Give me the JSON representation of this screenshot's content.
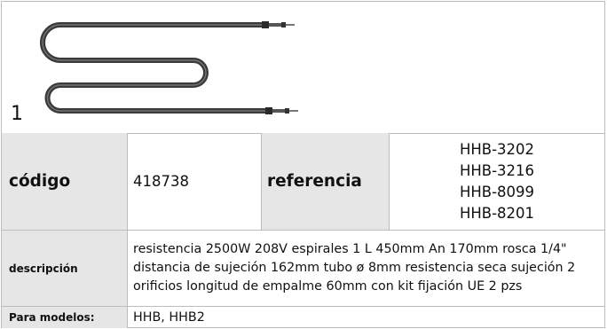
{
  "item_number": "1",
  "code_label": "código",
  "code_value": "418738",
  "reference_label": "referencia",
  "references": [
    "HHB-3202",
    "HHB-3216",
    "HHB-8099",
    "HHB-8201"
  ],
  "description_label": "descripción",
  "description_lines": [
    "resistencia  2500W 208V espirales 1 L 450mm An 170mm rosca 1/4\"",
    "distancia de sujeción 162mm tubo ø 8mm resistencia seca sujeción 2",
    "orificios longitud de empalme 60mm con kit fijación UE 2 pzs"
  ],
  "models_label": "Para modelos:",
  "models_value": "HHB, HHB2",
  "colors": {
    "shade": "#e6e6e6",
    "border": "#bdbdbd",
    "element": "#3a3a3a"
  }
}
